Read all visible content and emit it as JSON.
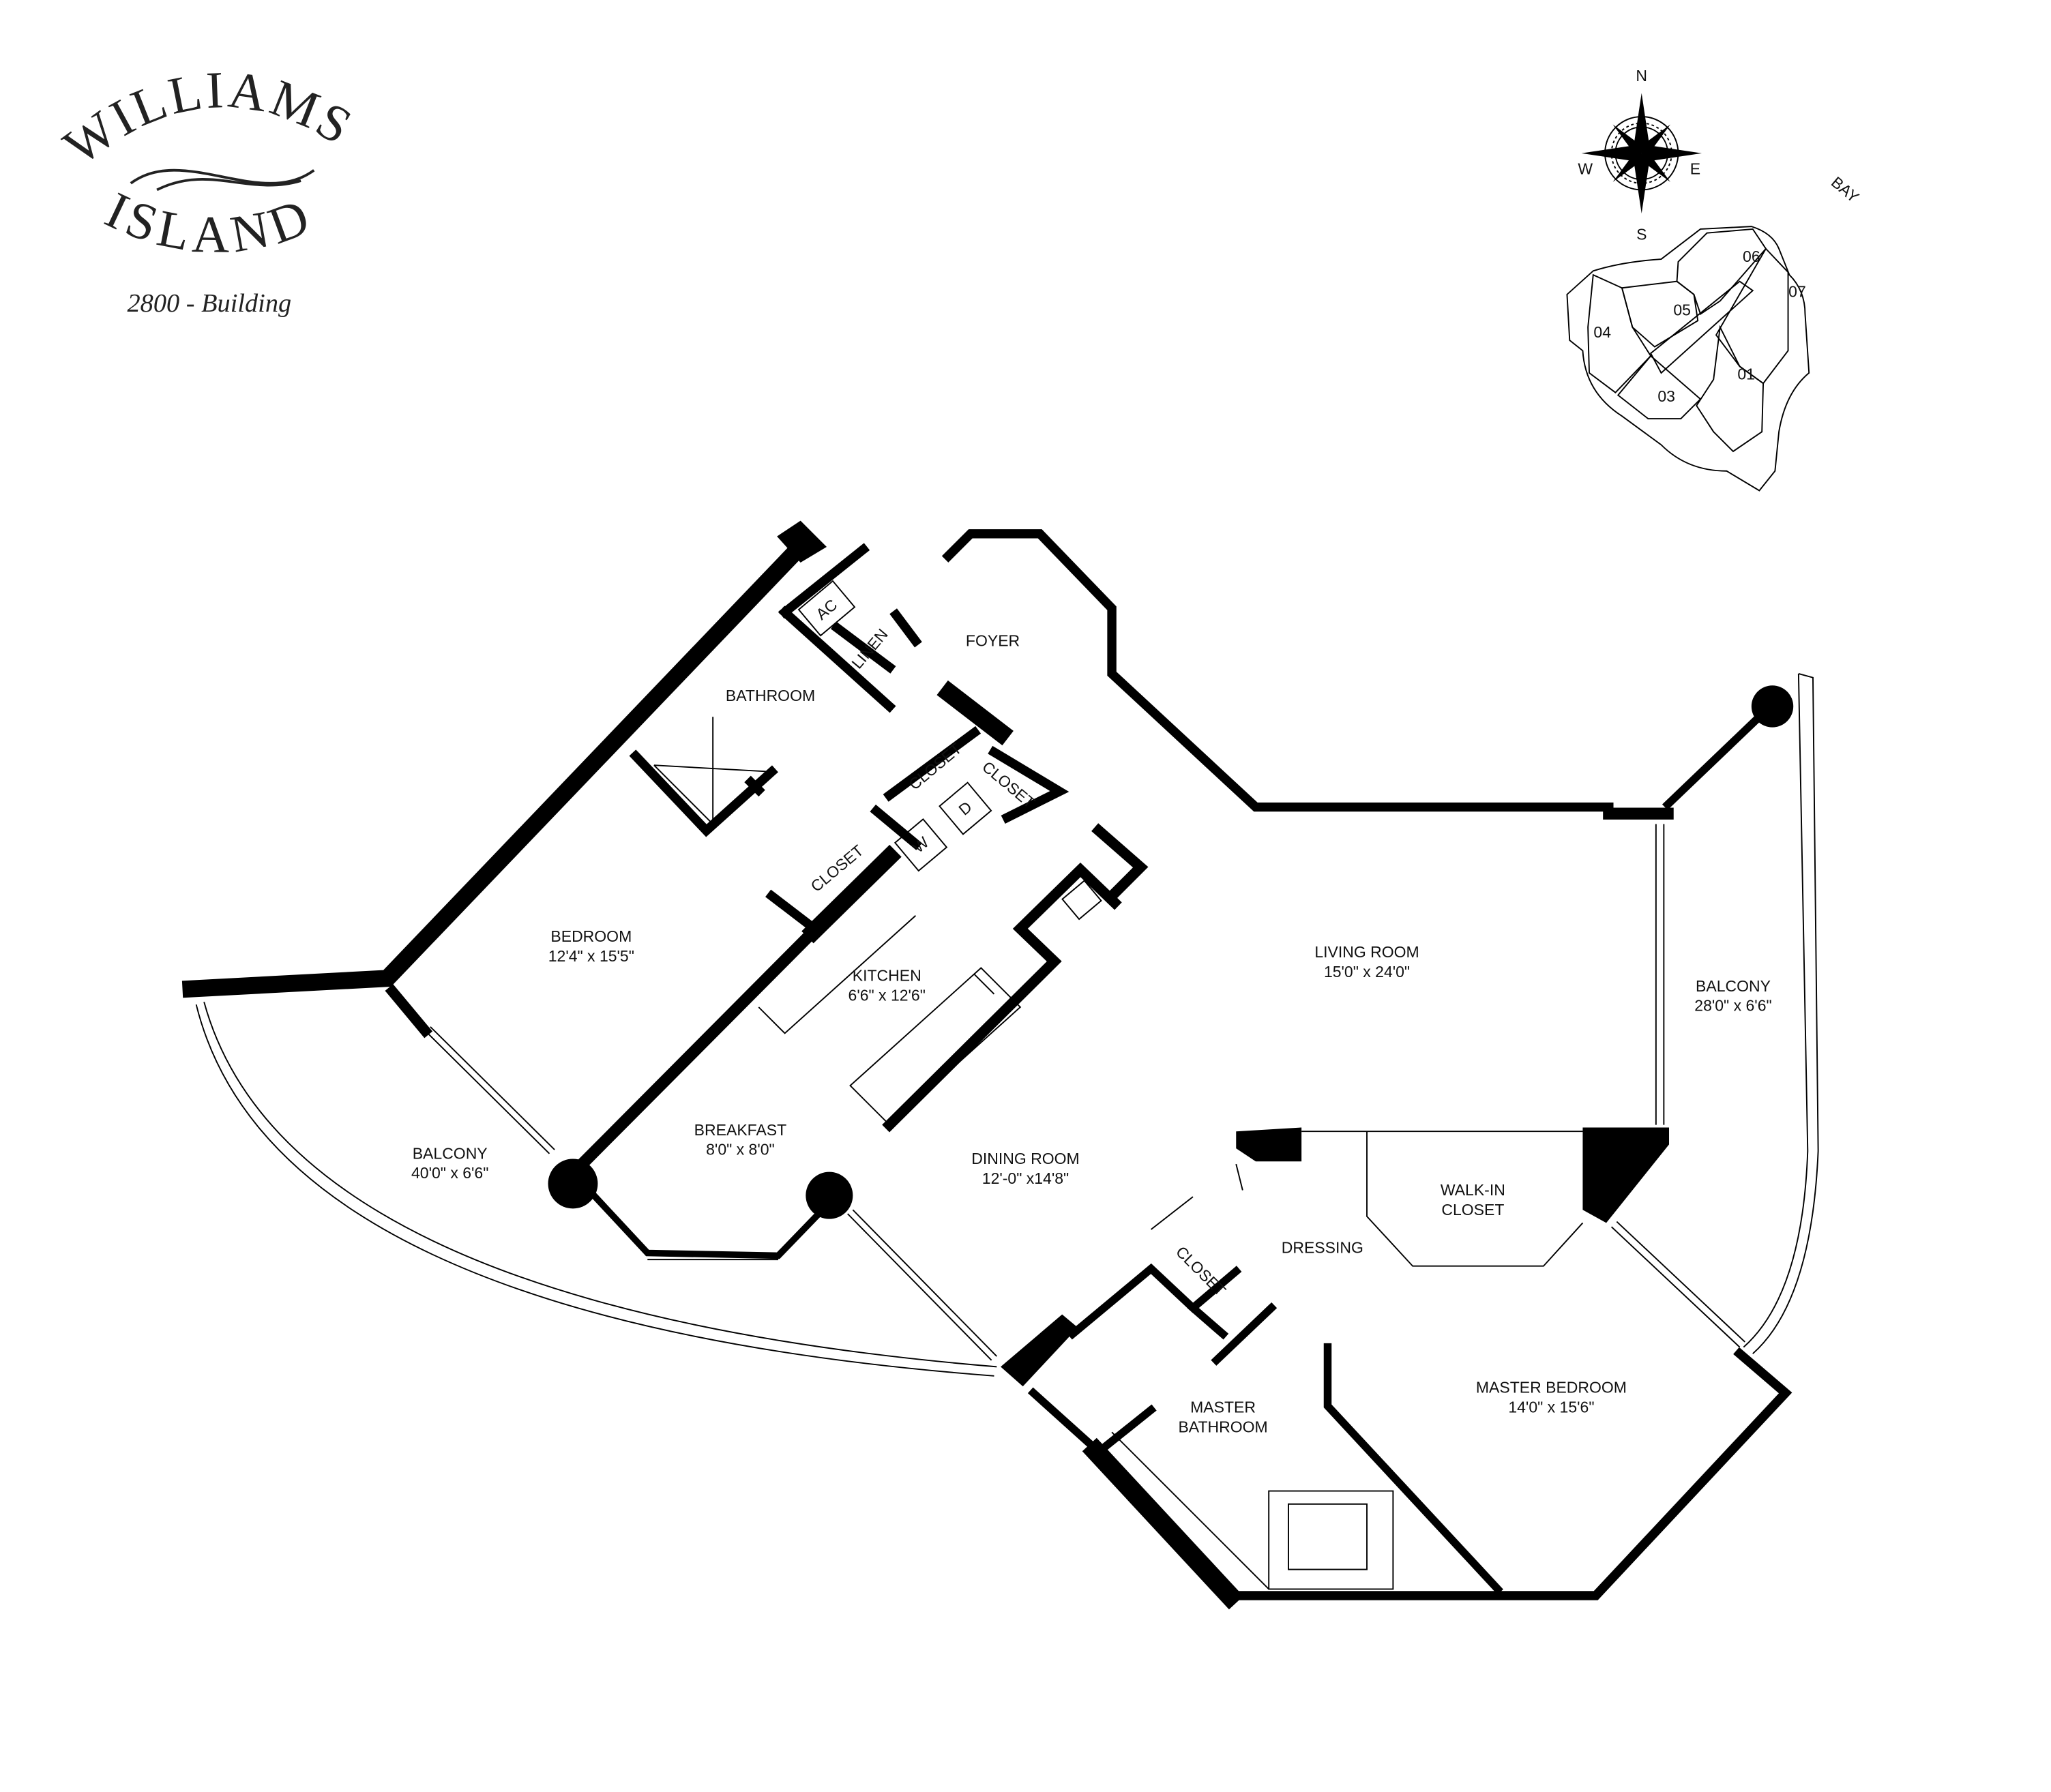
{
  "logo": {
    "line1": "WILLIAMS",
    "line2": "ISLAND",
    "subtitle": "2800 - Building"
  },
  "compass": {
    "n": "N",
    "s": "S",
    "e": "E",
    "w": "W"
  },
  "key_plan": {
    "water_label": "BAY",
    "units": [
      "06",
      "07",
      "05",
      "04",
      "01",
      "03"
    ]
  },
  "rooms": {
    "foyer": {
      "name": "FOYER"
    },
    "bathroom": {
      "name": "BATHROOM"
    },
    "ac": {
      "name": "AC"
    },
    "linen": {
      "name": "LINEN"
    },
    "closet1": {
      "name": "CLOSET"
    },
    "closet2": {
      "name": "CLOSET"
    },
    "closet3": {
      "name": "CLOSET"
    },
    "closet4": {
      "name": "CLOSET"
    },
    "washer": {
      "name": "W"
    },
    "dryer": {
      "name": "D"
    },
    "bedroom": {
      "name": "BEDROOM",
      "size": "12'4\" x 15'5\""
    },
    "kitchen": {
      "name": "KITCHEN",
      "size": "6'6\" x 12'6\""
    },
    "living_room": {
      "name": "LIVING ROOM",
      "size": "15'0\" x 24'0\""
    },
    "balcony_right": {
      "name": "BALCONY",
      "size": "28'0\" x 6'6\""
    },
    "balcony_left": {
      "name": "BALCONY",
      "size": "40'0\" x 6'6\""
    },
    "breakfast": {
      "name": "BREAKFAST",
      "size": "8'0\" x 8'0\""
    },
    "dining_room": {
      "name": "DINING ROOM",
      "size": "12'-0\" x14'8\""
    },
    "walk_in_closet": {
      "name_line1": "WALK-IN",
      "name_line2": "CLOSET"
    },
    "dressing": {
      "name": "DRESSING"
    },
    "master_bathroom": {
      "name_line1": "MASTER",
      "name_line2": "BATHROOM"
    },
    "master_bedroom": {
      "name": "MASTER BEDROOM",
      "size": "14'0\" x 15'6\""
    }
  }
}
